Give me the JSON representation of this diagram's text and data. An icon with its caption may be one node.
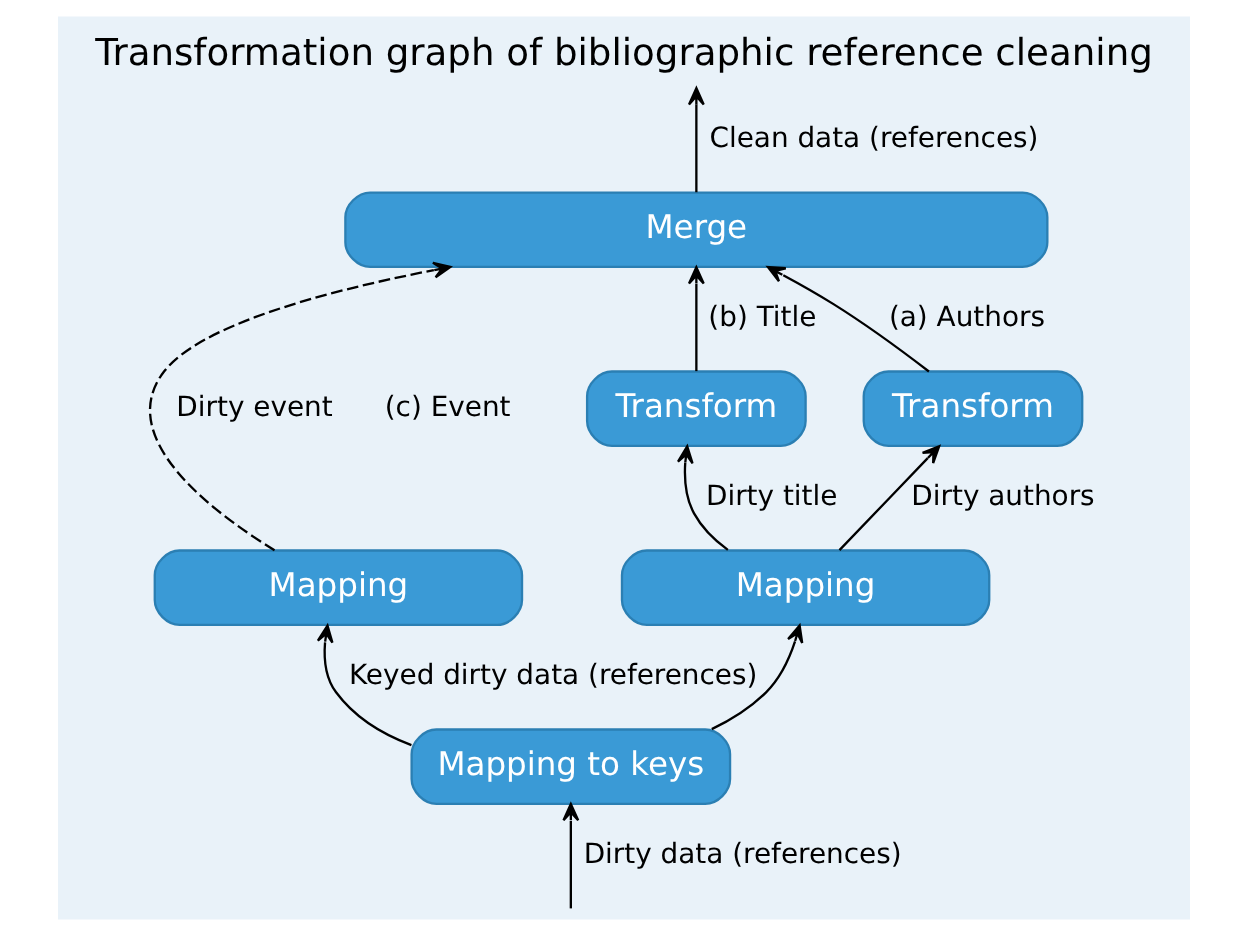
{
  "diagram": {
    "title": "Transformation graph of bibliographic reference cleaning",
    "nodes": [
      {
        "text": [
          "Merge"
        ]
      },
      {
        "text": [
          "Transform"
        ]
      },
      {
        "text": [
          "Transform"
        ]
      },
      {
        "text": [
          "Mapping"
        ]
      },
      {
        "text": [
          "Mapping"
        ]
      },
      {
        "text": [
          "Mapping to keys"
        ]
      }
    ],
    "edges": [
      {
        "from": 0,
        "to": null,
        "arrow": "to",
        "label": "Clean data (references)"
      },
      {
        "from": 3,
        "to": 0,
        "arrow": "to",
        "label": "Dirty event",
        "style": "dashed"
      },
      {
        "from": 1,
        "to": 0,
        "arrow": "to",
        "label": "(b) Title"
      },
      {
        "from": 2,
        "to": 0,
        "arrow": "to",
        "label": "(a) Authors"
      },
      {
        "from": 4,
        "to": 1,
        "arrow": "to",
        "label": "Dirty title"
      },
      {
        "from": 4,
        "to": 2,
        "arrow": "to",
        "label": "Dirty authors"
      },
      {
        "from": 5,
        "to": 3,
        "arrow": "to",
        "label": "Keyed dirty data (references)"
      },
      {
        "from": 5,
        "to": 4,
        "arrow": "to"
      },
      {
        "from": null,
        "to": 5,
        "arrow": "to",
        "label": "Dirty data (references)"
      }
    ],
    "labels": [
      "(c) Event"
    ]
  }
}
